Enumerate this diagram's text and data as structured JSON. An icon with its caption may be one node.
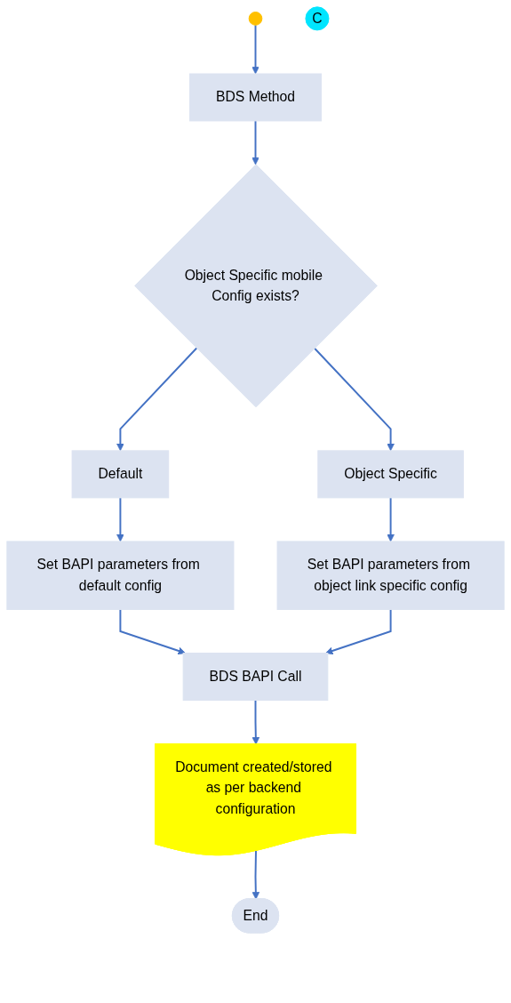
{
  "diagram": {
    "nodes": [
      {
        "text": [],
        "shape": "circle"
      },
      {
        "text": [
          "BDS Method"
        ]
      },
      {
        "text": [
          "Object Specific mobile Config exists?"
        ]
      },
      {
        "text": [
          "Default"
        ]
      },
      {
        "text": [
          "Object Specific"
        ]
      },
      {
        "text": [
          "Set BAPI parameters from default config"
        ]
      },
      {
        "text": [
          "Set BAPI parameters from object link specific config"
        ]
      },
      {
        "text": [
          "BDS BAPI Call"
        ]
      },
      {
        "text": [
          "Document created/stored as per backend configuration"
        ]
      },
      {
        "text": [
          "C"
        ]
      },
      {
        "text": [
          "End"
        ]
      }
    ],
    "edges": [
      {
        "from": 0,
        "to": 1,
        "arrow": "to"
      },
      {
        "from": 1,
        "to": 2,
        "arrow": "to"
      },
      {
        "from": 2,
        "to": 3,
        "arrow": "to"
      },
      {
        "from": 2,
        "to": 4,
        "arrow": "to"
      },
      {
        "from": 3,
        "to": 5,
        "arrow": "to"
      },
      {
        "from": 4,
        "to": 6,
        "arrow": "to"
      },
      {
        "from": 5,
        "to": 7,
        "arrow": "to"
      },
      {
        "from": 6,
        "to": 7,
        "arrow": "to"
      },
      {
        "from": 7,
        "to": 8,
        "arrow": "to"
      },
      {
        "from": 8,
        "to": 10,
        "arrow": "to"
      }
    ]
  }
}
